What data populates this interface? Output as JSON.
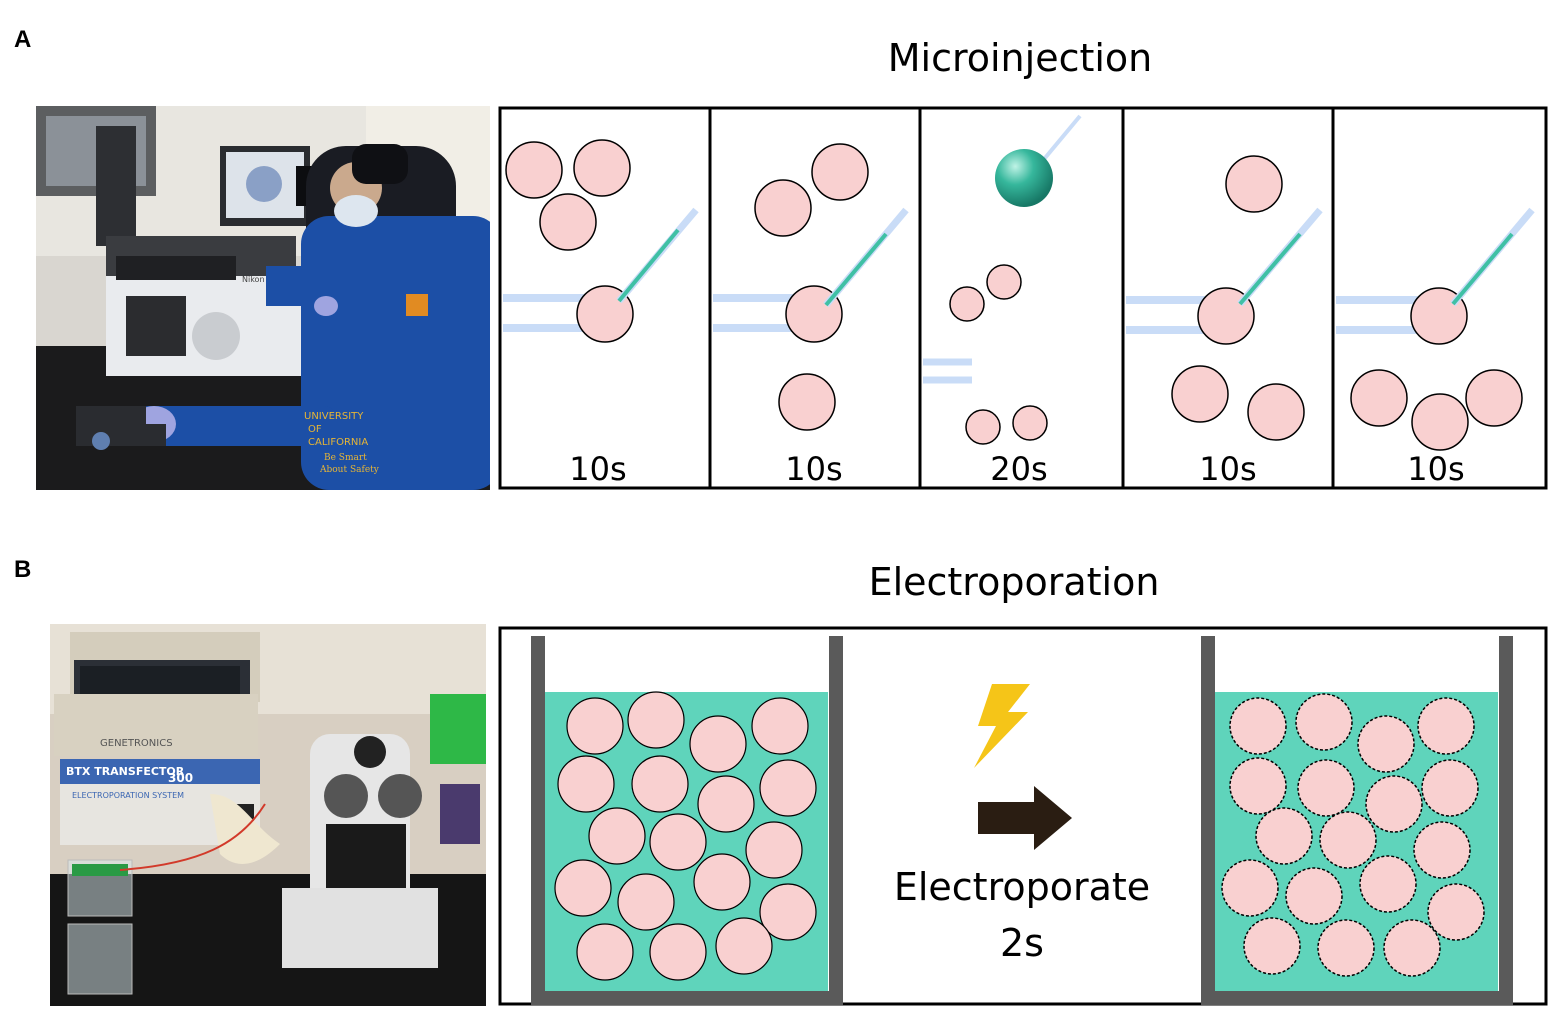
{
  "panel_a": {
    "letter": "A",
    "title": "Microinjection",
    "photo_alt": "Researcher operating an inverted microscope for microinjection",
    "coat_text": [
      "UNIVERSITY",
      "OF",
      "CALIFORNIA",
      "Be Smart",
      "About Safety"
    ],
    "microscope_brand": "Nikon",
    "frames": [
      {
        "label": "10s"
      },
      {
        "label": "10s"
      },
      {
        "label": "20s"
      },
      {
        "label": "10s"
      },
      {
        "label": "10s"
      }
    ]
  },
  "panel_b": {
    "letter": "B",
    "title": "Electroporation",
    "photo_alt": "Electroporation system with stereo microscope",
    "device_labels": [
      "GENETRONICS",
      "BTX TRANSFECTOR",
      "300",
      "ELECTROPORATION SYSTEM"
    ],
    "action_label": "Electroporate",
    "time_label": "2s"
  },
  "colors": {
    "cell_fill": "#f9d0d0",
    "medium_teal": "#5fd4bb",
    "pipette_blue": "#c9dcf7",
    "needle_teal": "#3fc0a5",
    "bead_teal": "#2a9d8a",
    "bolt_yellow": "#f5c518",
    "arrow_dark": "#2a1d12",
    "cuvette_gray": "#5a5a5a"
  }
}
